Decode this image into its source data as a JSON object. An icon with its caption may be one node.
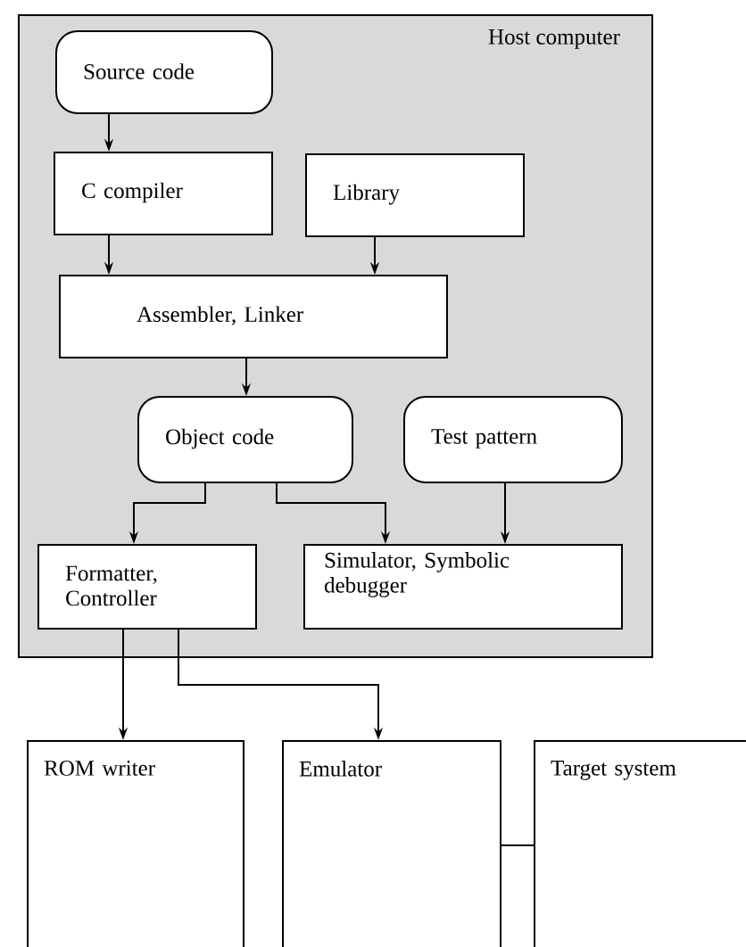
{
  "diagram": {
    "nodes": [
      {
        "text": [
          "Host computer"
        ]
      },
      {
        "text": [
          "Source code"
        ],
        "in": 0
      },
      {
        "text": [
          "C compiler"
        ],
        "in": 0
      },
      {
        "text": [
          "Library"
        ],
        "in": 0
      },
      {
        "text": [
          "Assembler, Linker"
        ],
        "in": 0
      },
      {
        "text": [
          "Object code"
        ],
        "in": 0
      },
      {
        "text": [
          "Test pattern"
        ],
        "in": 0
      },
      {
        "text": [
          "Formatter, Controller"
        ],
        "in": 0
      },
      {
        "text": [
          "Simulator, Symbolic debugger"
        ],
        "in": 0
      },
      {
        "text": [
          "ROM writer"
        ]
      },
      {
        "text": [
          "Emulator"
        ]
      },
      {
        "text": [
          "Target system"
        ]
      }
    ],
    "edges": [
      {
        "from": 1,
        "to": 2,
        "arrow": "to"
      },
      {
        "from": 2,
        "to": 4,
        "arrow": "to"
      },
      {
        "from": 3,
        "to": 4,
        "arrow": "to"
      },
      {
        "from": 4,
        "to": 5,
        "arrow": "to"
      },
      {
        "from": 5,
        "to": 7,
        "arrow": "to"
      },
      {
        "from": 5,
        "to": 8,
        "arrow": "to"
      },
      {
        "from": 6,
        "to": 8,
        "arrow": "to"
      },
      {
        "from": 7,
        "to": 9,
        "arrow": "to"
      },
      {
        "from": 7,
        "to": 10,
        "arrow": "to"
      },
      {
        "from": 10,
        "to": 11,
        "arrow": "none"
      }
    ]
  }
}
